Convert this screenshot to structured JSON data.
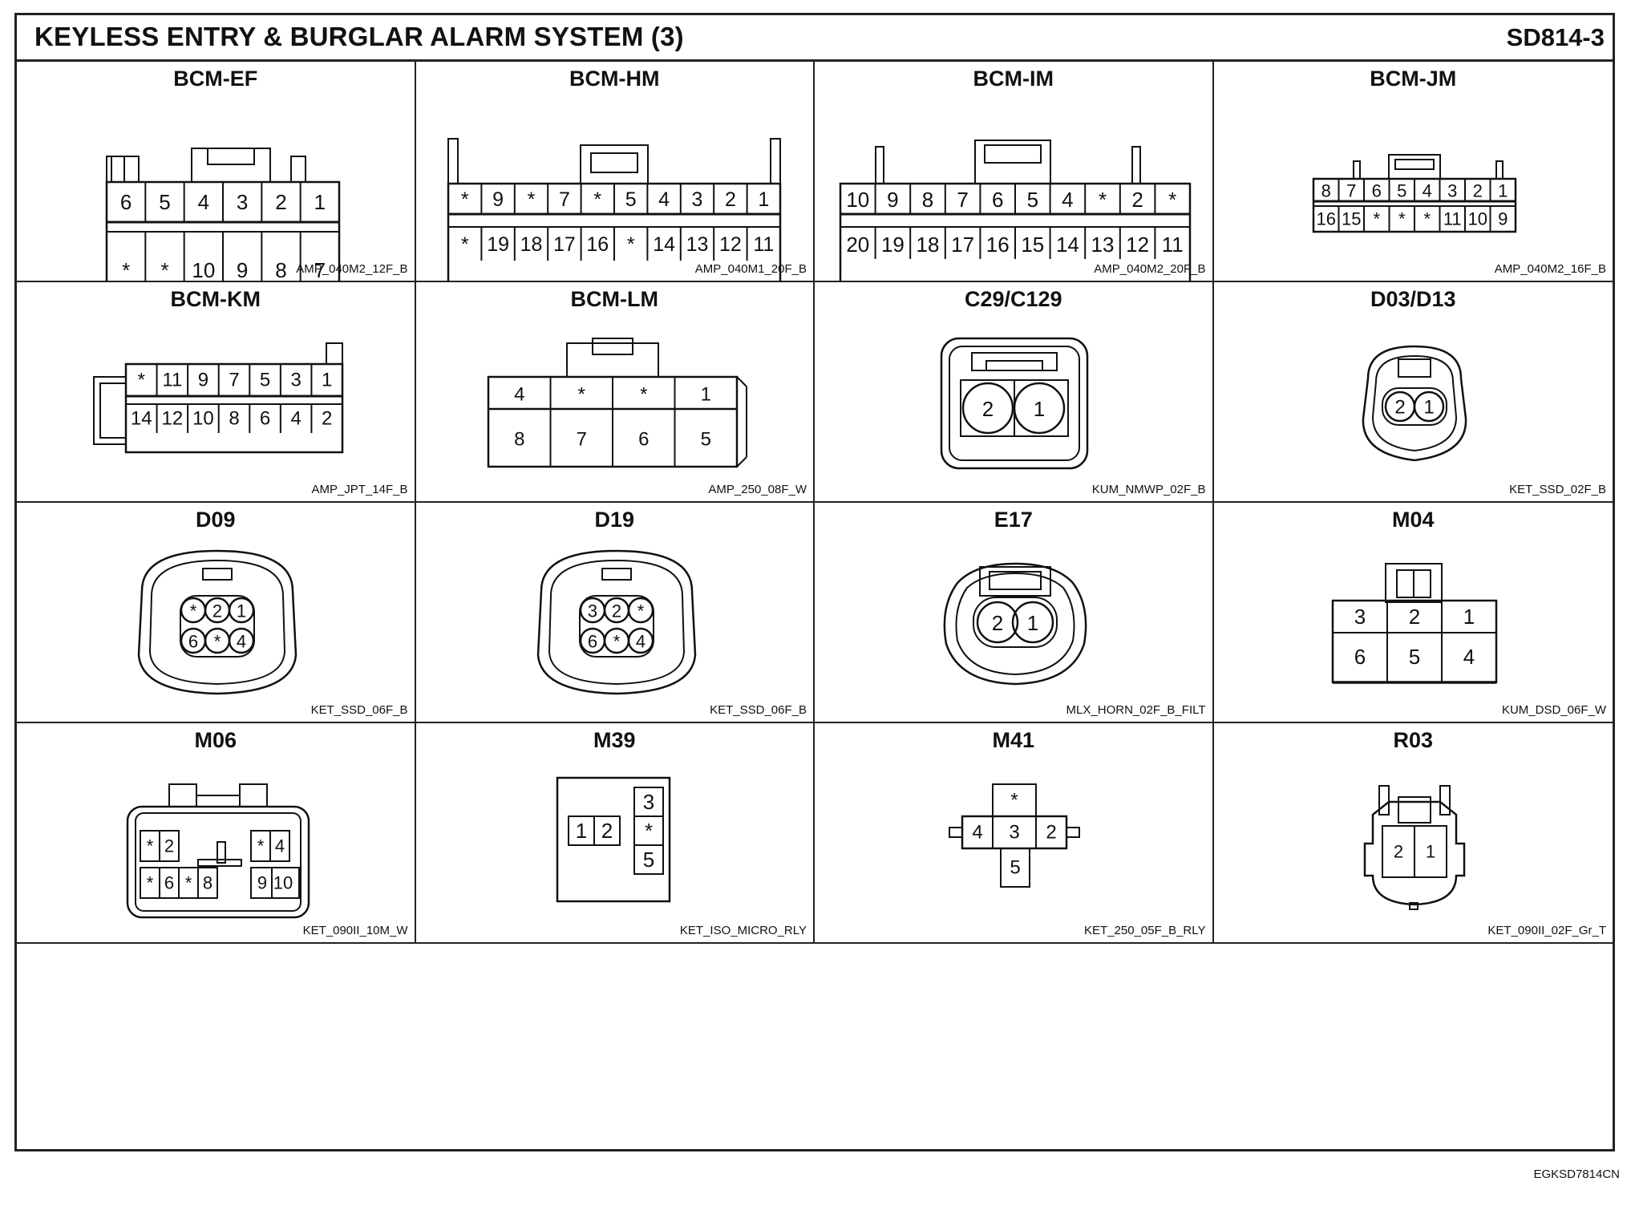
{
  "header": {
    "title": "KEYLESS ENTRY & BURGLAR ALARM SYSTEM (3)",
    "code": "SD814-3"
  },
  "footer_code": "EGKSD7814CN",
  "connectors": [
    {
      "name": "BCM-EF",
      "code": "AMP_040M2_12F_B",
      "rows": [
        [
          "6",
          "5",
          "4",
          "3",
          "2",
          "1"
        ],
        [
          "*",
          "*",
          "10",
          "9",
          "8",
          "7"
        ]
      ]
    },
    {
      "name": "BCM-HM",
      "code": "AMP_040M1_20F_B",
      "rows": [
        [
          "*",
          "9",
          "*",
          "7",
          "*",
          "5",
          "4",
          "3",
          "2",
          "1"
        ],
        [
          "*",
          "19",
          "18",
          "17",
          "16",
          "*",
          "14",
          "13",
          "12",
          "11"
        ]
      ]
    },
    {
      "name": "BCM-IM",
      "code": "AMP_040M2_20F_B",
      "rows": [
        [
          "10",
          "9",
          "8",
          "7",
          "6",
          "5",
          "4",
          "*",
          "2",
          "*"
        ],
        [
          "20",
          "19",
          "18",
          "17",
          "16",
          "15",
          "14",
          "13",
          "12",
          "11"
        ]
      ]
    },
    {
      "name": "BCM-JM",
      "code": "AMP_040M2_16F_B",
      "rows": [
        [
          "8",
          "7",
          "6",
          "5",
          "4",
          "3",
          "2",
          "1"
        ],
        [
          "16",
          "15",
          "*",
          "*",
          "*",
          "11",
          "10",
          "9"
        ]
      ]
    },
    {
      "name": "BCM-KM",
      "code": "AMP_JPT_14F_B",
      "rows": [
        [
          "*",
          "11",
          "9",
          "7",
          "5",
          "3",
          "1"
        ],
        [
          "14",
          "12",
          "10",
          "8",
          "6",
          "4",
          "2"
        ]
      ]
    },
    {
      "name": "BCM-LM",
      "code": "AMP_250_08F_W",
      "rows": [
        [
          "4",
          "*",
          "*",
          "1"
        ],
        [
          "8",
          "7",
          "6",
          "5"
        ]
      ]
    },
    {
      "name": "C29/C129",
      "code": "KUM_NMWP_02F_B",
      "pins": [
        "2",
        "1"
      ]
    },
    {
      "name": "D03/D13",
      "code": "KET_SSD_02F_B",
      "pins": [
        "2",
        "1"
      ]
    },
    {
      "name": "D09",
      "code": "KET_SSD_06F_B",
      "rows": [
        [
          "*",
          "2",
          "1"
        ],
        [
          "6",
          "*",
          "4"
        ]
      ]
    },
    {
      "name": "D19",
      "code": "KET_SSD_06F_B",
      "rows": [
        [
          "3",
          "2",
          "*"
        ],
        [
          "6",
          "*",
          "4"
        ]
      ]
    },
    {
      "name": "E17",
      "code": "MLX_HORN_02F_B_FILT",
      "pins": [
        "2",
        "1"
      ]
    },
    {
      "name": "M04",
      "code": "KUM_DSD_06F_W",
      "rows": [
        [
          "3",
          "2",
          "1"
        ],
        [
          "6",
          "5",
          "4"
        ]
      ]
    },
    {
      "name": "M06",
      "code": "KET_090II_10M_W",
      "left": [
        [
          "*",
          "2"
        ],
        [
          "*",
          "6",
          "*",
          "8"
        ]
      ],
      "right": [
        [
          "*",
          "4"
        ],
        [
          "9",
          "10"
        ]
      ]
    },
    {
      "name": "M39",
      "code": "KET_ISO_MICRO_RLY",
      "pins": {
        "top": "3",
        "left1": "1",
        "left2": "2",
        "mid": "*",
        "bottom": "5"
      }
    },
    {
      "name": "M41",
      "code": "KET_250_05F_B_RLY",
      "pins": {
        "top": "*",
        "left": "4",
        "center": "3",
        "right": "2",
        "bottom": "5"
      }
    },
    {
      "name": "R03",
      "code": "KET_090II_02F_Gr_T",
      "pins": [
        "2",
        "1"
      ]
    }
  ]
}
